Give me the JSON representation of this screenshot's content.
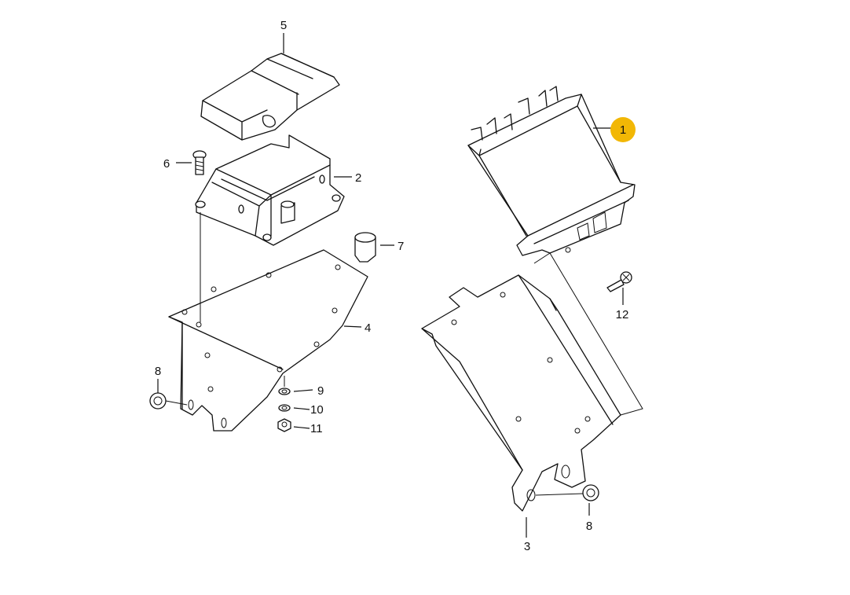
{
  "diagram": {
    "highlight_color": "#f2b705",
    "parts": [
      {
        "id": "1",
        "label": "1",
        "highlighted": true
      },
      {
        "id": "2",
        "label": "2"
      },
      {
        "id": "3",
        "label": "3"
      },
      {
        "id": "4",
        "label": "4"
      },
      {
        "id": "5",
        "label": "5"
      },
      {
        "id": "6",
        "label": "6"
      },
      {
        "id": "7",
        "label": "7"
      },
      {
        "id": "8a",
        "label": "8"
      },
      {
        "id": "8b",
        "label": "8"
      },
      {
        "id": "9",
        "label": "9"
      },
      {
        "id": "10",
        "label": "10"
      },
      {
        "id": "11",
        "label": "11"
      },
      {
        "id": "12",
        "label": "12"
      }
    ]
  }
}
